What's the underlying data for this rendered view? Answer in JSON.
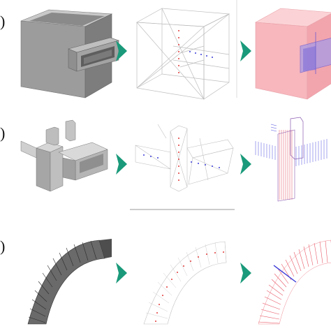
{
  "rows": [
    {
      "label": ")",
      "name": "row-a"
    },
    {
      "label": ")",
      "name": "row-b"
    },
    {
      "label": ")",
      "name": "row-c"
    }
  ],
  "colors": {
    "arrow": "#1a9a7a",
    "solid_fill": "#9a9a9a",
    "solid_dark": "#6f6f6f",
    "solid_light": "#bdbdbd",
    "wire": "#b8b8b8",
    "medial_red": "#e23a3a",
    "medial_blue": "#3a3ad8",
    "volume_pink": "#f7b7bd",
    "volume_violet": "#8e7bd8"
  },
  "icons": {
    "arrow": "chevron-right-icon"
  }
}
